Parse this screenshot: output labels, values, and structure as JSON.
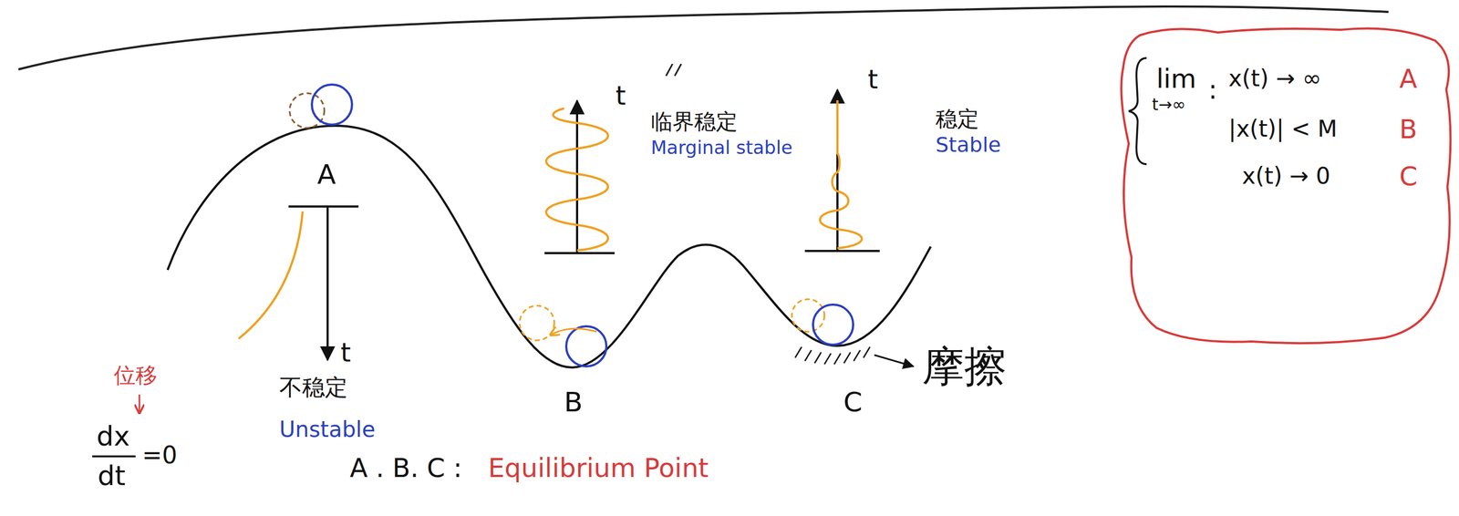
{
  "diagram": {
    "nodes": [
      {
        "text": [
          "lim",
          "t→∞",
          ":",
          "x(t) → ∞",
          "A",
          "|x(t)| < M",
          "B",
          "x(t) → 0",
          "C"
        ]
      }
    ],
    "labels": [
      "t",
      "临界稳定",
      "Marginal stable",
      "t",
      "稳定",
      "Stable",
      "A",
      "t",
      "B",
      "C",
      "摩擦",
      "位移",
      "dx",
      "dt",
      "=0",
      "不稳定",
      "Unstable",
      "A . B. C :",
      "Equilibrium Point"
    ]
  }
}
